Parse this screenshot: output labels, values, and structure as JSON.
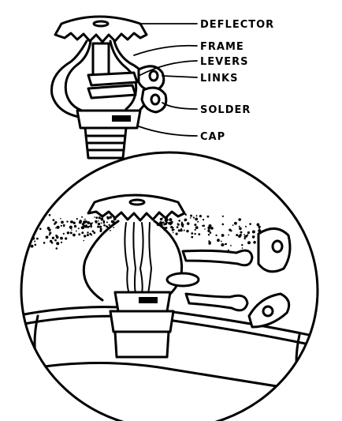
{
  "labels": {
    "deflector": "DEFLECTOR",
    "frame": "FRAME",
    "levers": "LEVERS",
    "links": "LINKS",
    "solder": "SOLDER",
    "cap": "CAP"
  },
  "colors": {
    "ink": "#000000",
    "paper": "#ffffff"
  }
}
